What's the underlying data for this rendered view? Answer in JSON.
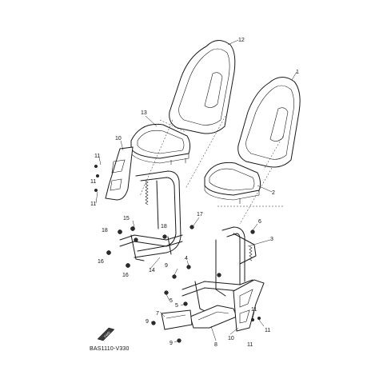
{
  "diagram": {
    "code": "BAS1110-V330",
    "fwd_badge": "FWD",
    "callouts": {
      "c1": "1",
      "c2": "2",
      "c3": "3",
      "c4": "4",
      "c5a": "5",
      "c5b": "5",
      "c6": "6",
      "c7": "7",
      "c8": "8",
      "c9a": "9",
      "c9b": "9",
      "c9c": "9",
      "c10a": "10",
      "c10b": "10",
      "c11a": "11",
      "c11b": "11",
      "c11c": "11",
      "c11d": "11",
      "c11e": "11",
      "c11f": "11",
      "c12": "12",
      "c13": "13",
      "c14": "14",
      "c15": "15",
      "c16a": "16",
      "c16b": "16",
      "c17": "17",
      "c18a": "18",
      "c18b": "18"
    }
  }
}
